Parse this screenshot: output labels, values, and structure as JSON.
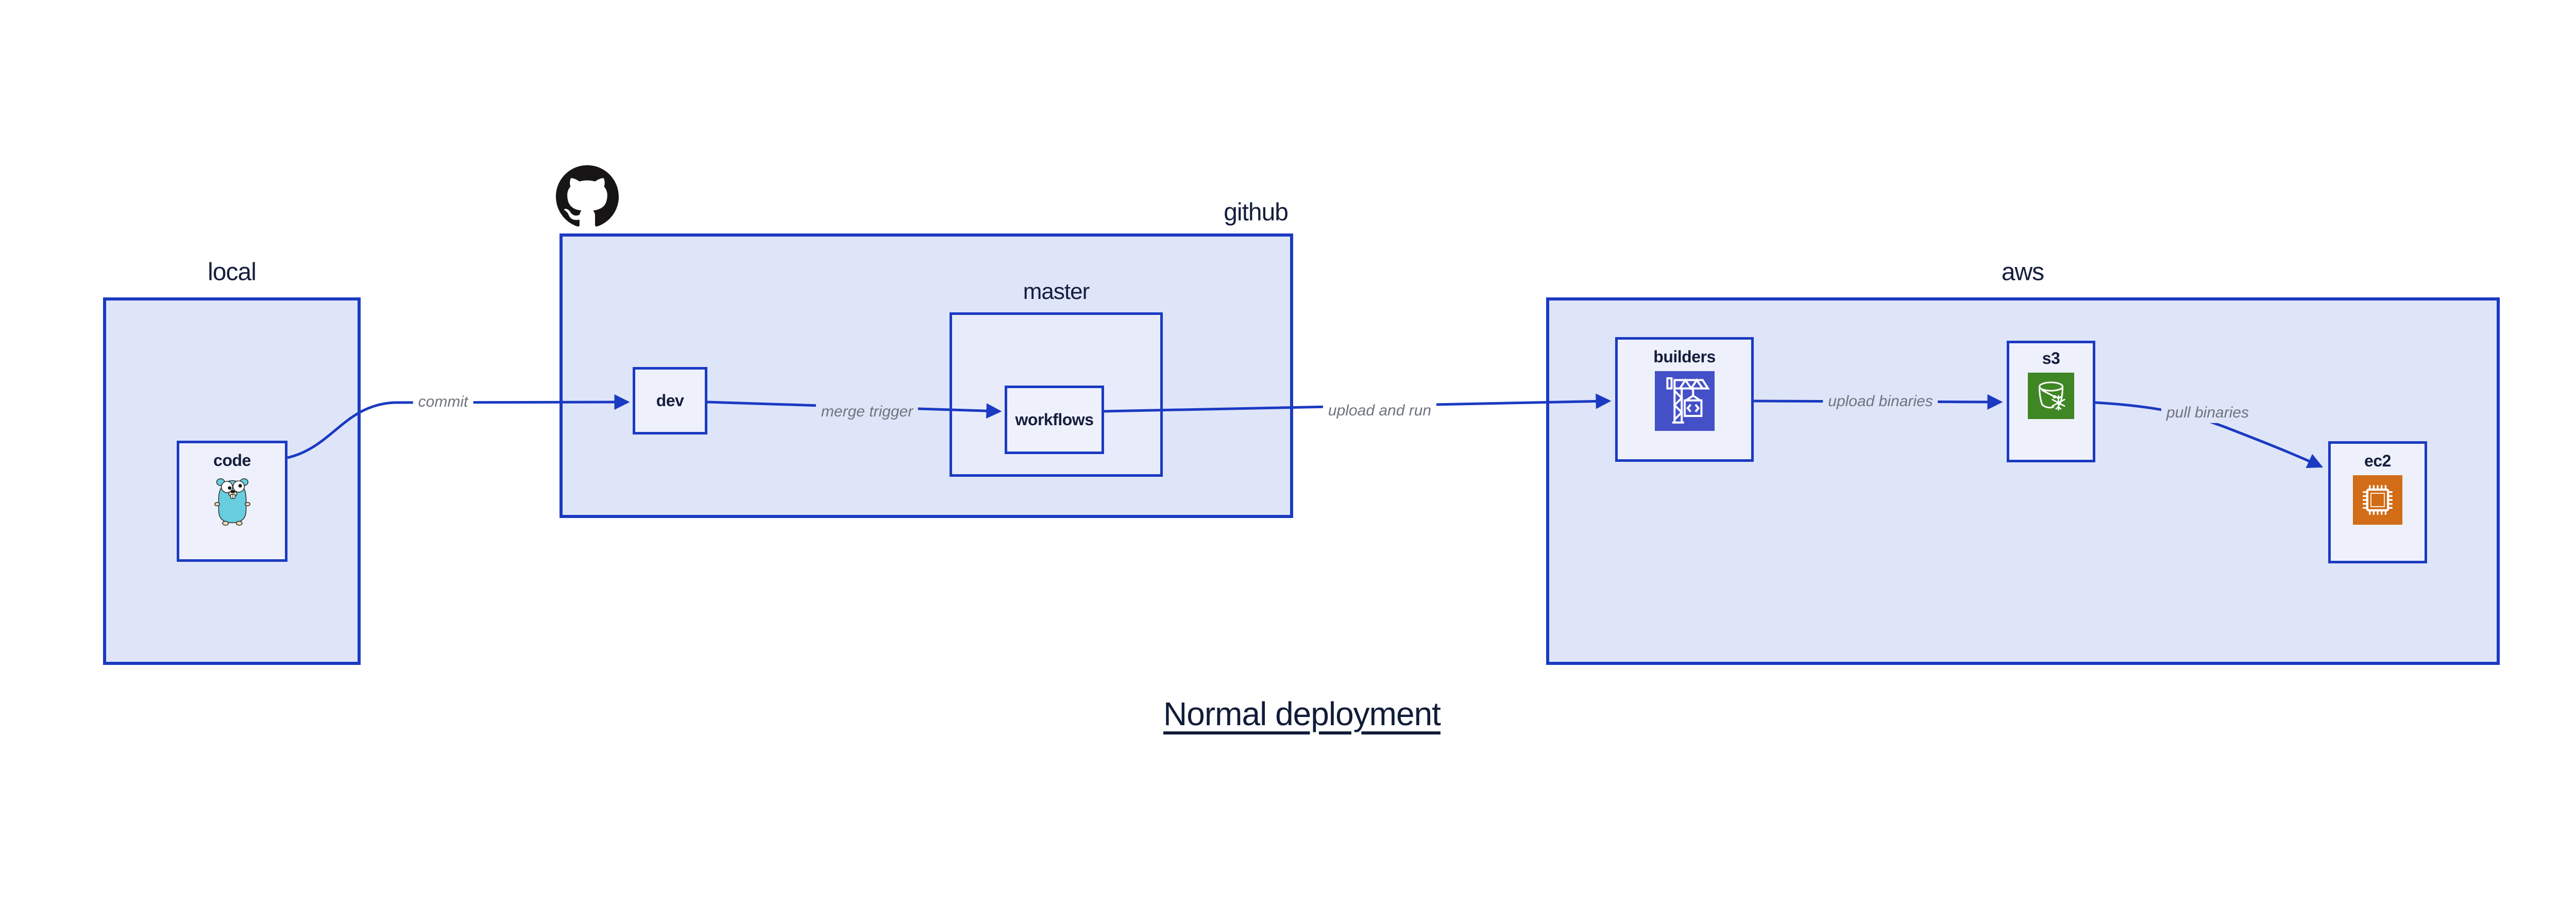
{
  "title": {
    "text": "Normal deployment"
  },
  "sections": {
    "local": {
      "label": "local"
    },
    "github": {
      "label": "github"
    },
    "master": {
      "label": "master"
    },
    "aws": {
      "label": "aws"
    }
  },
  "nodes": {
    "code": {
      "label": "code",
      "icon": "go-gopher-icon"
    },
    "dev": {
      "label": "dev"
    },
    "workflows": {
      "label": "workflows"
    },
    "builders": {
      "label": "builders",
      "icon": "codebuild-crane-icon"
    },
    "s3": {
      "label": "s3",
      "icon": "s3-bucket-icon"
    },
    "ec2": {
      "label": "ec2",
      "icon": "ec2-chip-icon"
    }
  },
  "edges": {
    "commit": {
      "label": "commit"
    },
    "merge_trigger": {
      "label": "merge trigger"
    },
    "upload_and_run": {
      "label": "upload and run"
    },
    "upload_binaries": {
      "label": "upload binaries"
    },
    "pull_binaries": {
      "label": "pull binaries"
    }
  },
  "logos": {
    "github_mark": "github-octocat-logo"
  },
  "colors": {
    "box_border": "#1b3ac2",
    "arrow": "#1b3ac2",
    "outer_fill": "#dfe5f8",
    "master_fill": "#e8ecfa",
    "node_fill": "#eef1fc",
    "label_text": "#151e3d",
    "edge_label_text": "#6f737e",
    "codebuild_icon_bg": "#4450c8",
    "s3_icon_bg": "#3f8624",
    "ec2_icon_bg": "#d26c17",
    "gopher_body": "#67cedf",
    "github_logo": "#171516"
  }
}
